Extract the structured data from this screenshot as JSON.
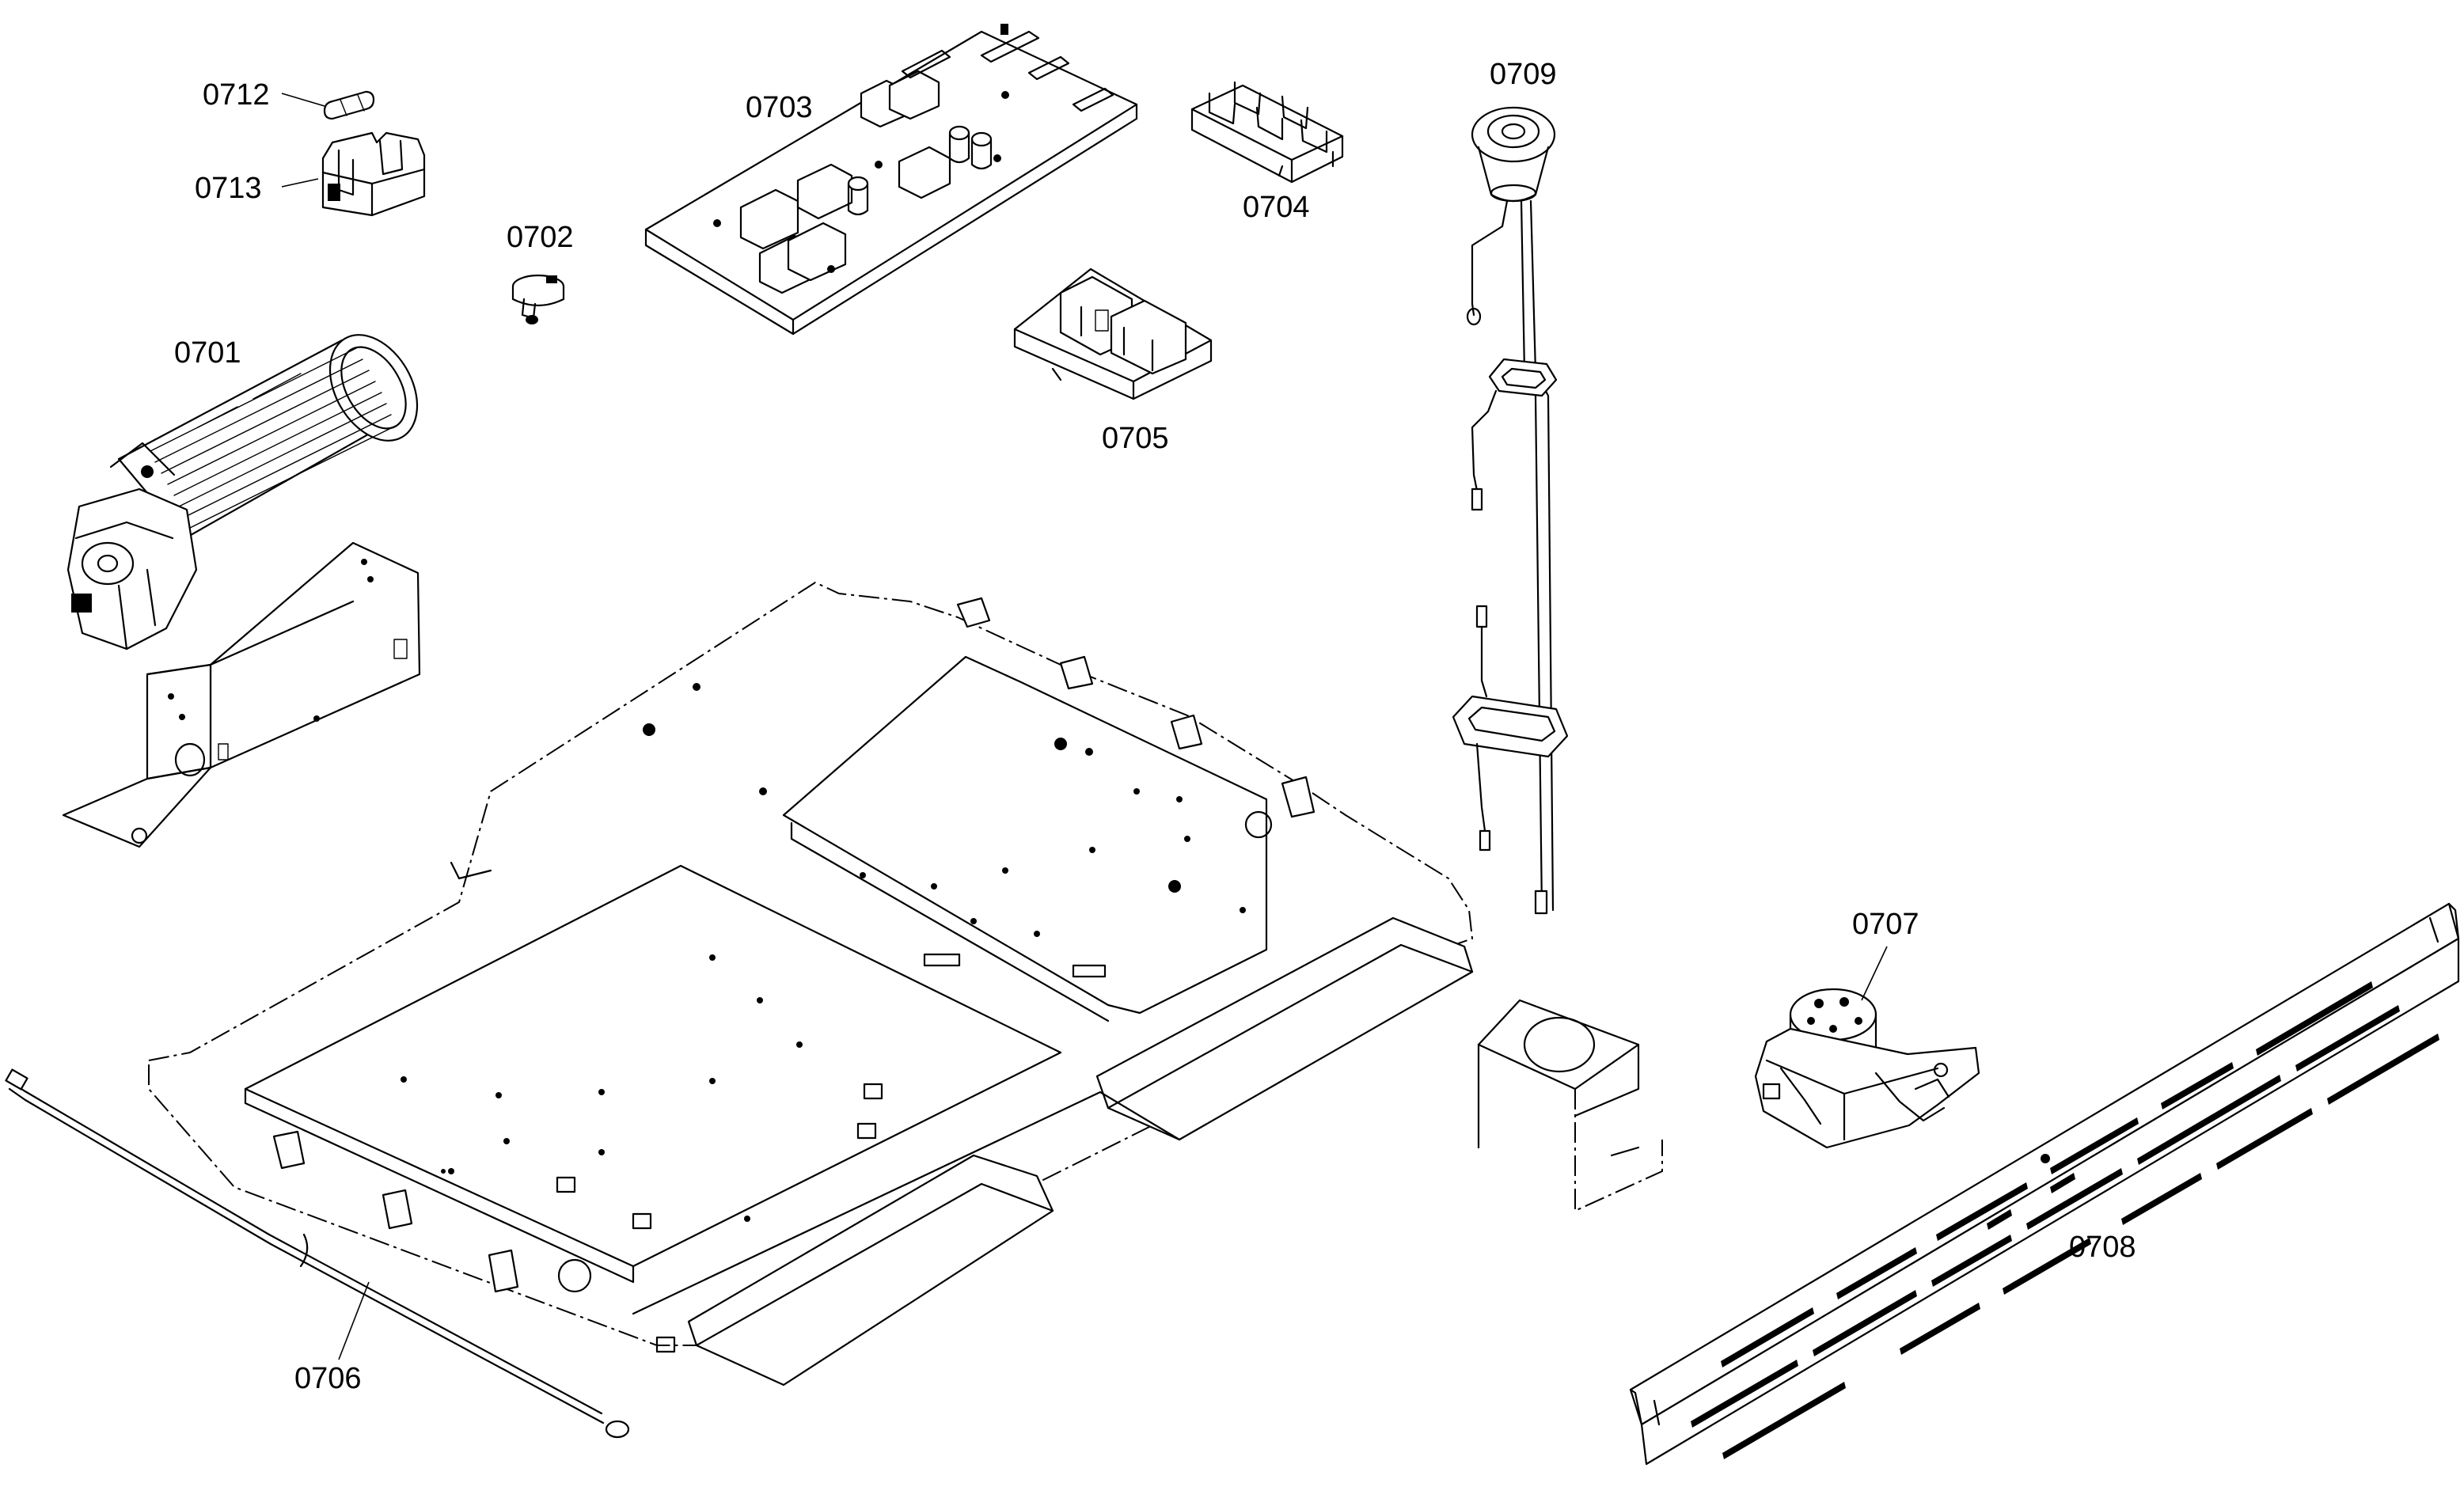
{
  "parts": {
    "p0701": "0701",
    "p0702": "0702",
    "p0703": "0703",
    "p0704": "0704",
    "p0705": "0705",
    "p0706": "0706",
    "p0707": "0707",
    "p0708": "0708",
    "p0709": "0709",
    "p0712": "0712",
    "p0713": "0713"
  }
}
